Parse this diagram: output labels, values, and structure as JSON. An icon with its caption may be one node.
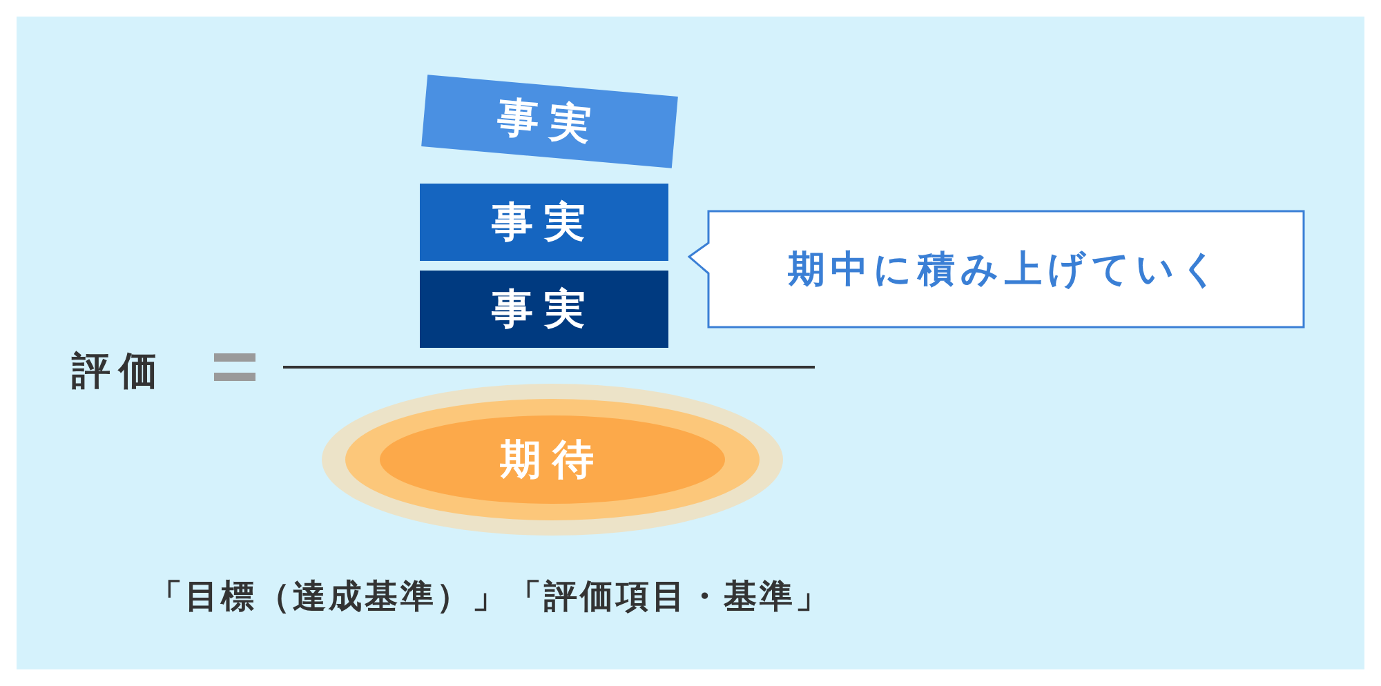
{
  "diagram": {
    "nodes": [
      {
        "text": [
          "事実"
        ]
      },
      {
        "text": [
          "事実"
        ]
      },
      {
        "text": [
          "事実"
        ]
      },
      {
        "text": [
          "期中に積み上げていく"
        ]
      },
      {
        "text": [
          "期待"
        ]
      }
    ],
    "labels": [
      "評価",
      "「目標（達成基準）」「評価項目・基準」"
    ]
  }
}
